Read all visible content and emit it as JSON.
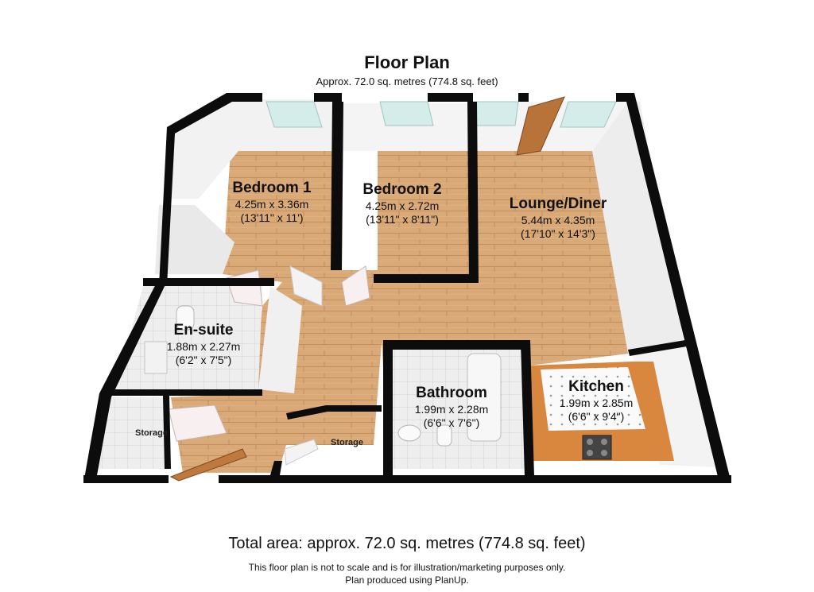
{
  "header": {
    "title": "Floor Plan",
    "subtitle": "Approx. 72.0 sq. metres (774.8 sq. feet)"
  },
  "rooms": [
    {
      "name": "Bedroom 1",
      "metric": "4.25m x 3.36m",
      "imperial": "(13'11\" x 11')"
    },
    {
      "name": "Bedroom 2",
      "metric": "4.25m x 2.72m",
      "imperial": "(13'11\" x 8'11\")"
    },
    {
      "name": "Lounge/Diner",
      "metric": "5.44m x 4.35m",
      "imperial": "(17'10\" x 14'3\")"
    },
    {
      "name": "En-suite",
      "metric": "1.88m x 2.27m",
      "imperial": "(6'2\" x 7'5\")"
    },
    {
      "name": "Bathroom",
      "metric": "1.99m x 2.28m",
      "imperial": "(6'6\" x 7'6\")"
    },
    {
      "name": "Kitchen",
      "metric": "1.99m x 2.85m",
      "imperial": "(6'6\" x 9'4\")"
    }
  ],
  "storage_labels": [
    "Storage",
    "Storage"
  ],
  "footer": {
    "total_area": "Total area: approx. 72.0 sq. metres (774.8 sq. feet)",
    "disclaimer": "This floor plan is not to scale and is for illustration/marketing purposes only.",
    "produced_by": "Plan produced using PlanUp."
  },
  "colors": {
    "floor_wood": "#d9a977",
    "floor_tile": "#ececec",
    "walls": "#0c0c0c",
    "wall_face": "#f1f1f1",
    "window_glass": "#d4ecea",
    "worktop": "#d9873f",
    "door": "#c0783e"
  }
}
